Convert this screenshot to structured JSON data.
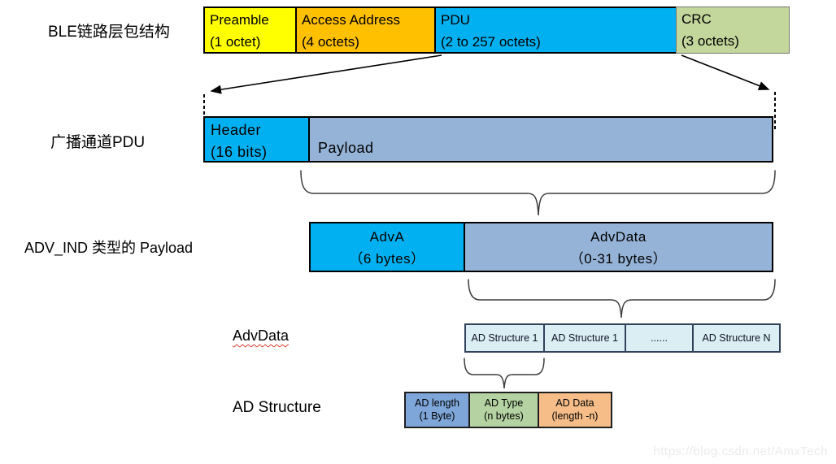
{
  "diagram": {
    "labels": {
      "row1": "BLE链路层包结构",
      "row2": "广播通道PDU",
      "row3": "ADV_IND 类型的 Payload",
      "row4": "AdvData",
      "row5": "AD Structure"
    },
    "packet_fields": [
      {
        "name": "Preamble",
        "size": "(1 octet)",
        "color": "#ffff00"
      },
      {
        "name": "Access Address",
        "size": "(4 octets)",
        "color": "#ffc000"
      },
      {
        "name": "PDU",
        "size": "(2 to 257 octets)",
        "color": "#00b0f0"
      },
      {
        "name": "CRC",
        "size": "(3 octets)",
        "color": "#c3d69b"
      }
    ],
    "pdu_fields": [
      {
        "name": "Header",
        "size": "(16 bits)",
        "color": "#00b0f0"
      },
      {
        "name": "Payload",
        "size": "",
        "color": "#95b3d7"
      }
    ],
    "payload_fields": [
      {
        "name": "AdvA",
        "size": "（6 bytes）",
        "color": "#00b0f0"
      },
      {
        "name": "AdvData",
        "size": "（0-31 bytes）",
        "color": "#95b3d7"
      }
    ],
    "advdata_cells": [
      {
        "label": "AD Structure 1"
      },
      {
        "label": "AD Structure 1"
      },
      {
        "label": "......"
      },
      {
        "label": "AD Structure N"
      }
    ],
    "ad_structure_fields": [
      {
        "name": "AD length",
        "size": "(1 Byte)",
        "color": "#7ea6d8"
      },
      {
        "name": "AD Type",
        "size": "(n bytes)",
        "color": "#b5d3a2"
      },
      {
        "name": "AD Data",
        "size": "(length -n)",
        "color": "#f6bd89"
      }
    ],
    "watermark": "https://blog.csdn.net/AmxTech"
  }
}
